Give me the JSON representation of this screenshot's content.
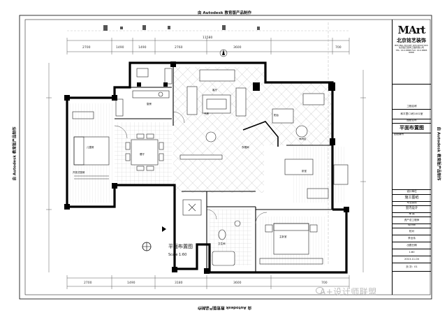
{
  "stamp": "由 Autodesk 教育版产品制作",
  "company": {
    "logo": "MArt",
    "name_cn": "北京铭艺装饰",
    "name_en": "BEIJING MYART DECORATION",
    "line1": "北京铭艺装饰工程有限公司",
    "line2": "TEL: 010-8888 FAX: 010-8888 8888"
  },
  "title_block": {
    "project_label": "工程名称",
    "project": "和平里C1栋1002室",
    "drawing_label": "图纸名称",
    "drawing": "平面布置图",
    "sheet_label": "图纸编号",
    "designer_label": "设计单位",
    "drawing_type": "施工图纸",
    "major_label": "专业类别",
    "major": "室内设计",
    "review_label": "审 核",
    "reviewer": "资产总工程师",
    "design_label": "设计师",
    "checker_label": "校对",
    "drafter": "李业伟",
    "date_label": "出图日期",
    "scale": "1:80",
    "date": "2013-11-04",
    "page": "页 次：01"
  },
  "plan": {
    "title": "平面布置图",
    "scale": "Scale 1:60",
    "rooms": [
      "客厅",
      "主卧室",
      "餐厅",
      "卧室",
      "书房",
      "厨房",
      "卫生间",
      "阳台",
      "衣帽间",
      "休闲区"
    ],
    "labels": {
      "children_room": "儿童房",
      "open_kitchen": "开放式厨房"
    }
  },
  "dims_top": [
    "2700",
    "1490",
    "1490",
    "2760",
    "3600",
    "700"
  ],
  "dims_bottom": [
    "2700",
    "1490",
    "3180",
    "3600",
    "700"
  ],
  "dim_total": "11580",
  "watermark": "A+设计师联盟"
}
